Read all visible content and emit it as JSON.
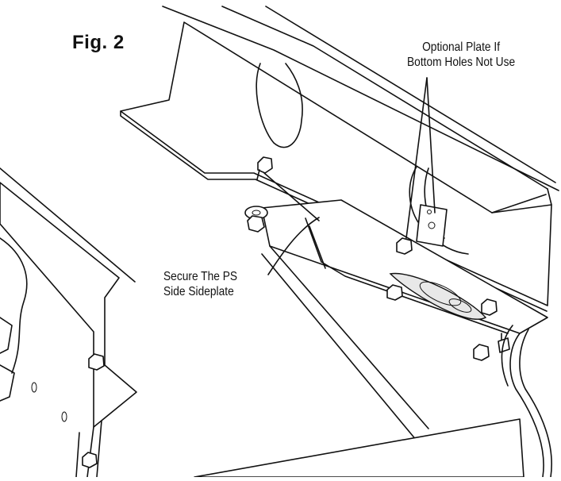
{
  "figure": {
    "title": "Fig. 2"
  },
  "callouts": {
    "optional_plate": [
      "Optional Plate If",
      "Bottom Holes Not Use"
    ],
    "secure_sideplate": [
      "Secure The PS",
      "Side Sideplate"
    ]
  }
}
